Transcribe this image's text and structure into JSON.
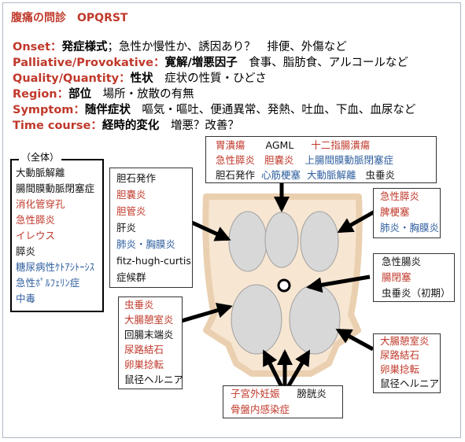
{
  "title": {
    "main": "腹痛の問診",
    "sub": "OPQRST"
  },
  "opqrst": [
    {
      "key": "Onset",
      "sep": "：",
      "term": "発症様式",
      "desc": "；急性か慢性か、誘因あり？　排便、外傷など"
    },
    {
      "key": "Palliative/Provokative",
      "sep": "：",
      "term": "寛解/増悪因子",
      "desc": "　食事、脂肪食、アルコールなど"
    },
    {
      "key": "Quality/Quantity",
      "sep": "：",
      "term": "性状",
      "desc": "　症状の性質・ひどさ"
    },
    {
      "key": "Region",
      "sep": "：",
      "term": "部位",
      "desc": "　場所・放散の有無"
    },
    {
      "key": "Symptom",
      "sep": "：",
      "term": "随伴症状",
      "desc": "　嘔気・嘔吐、便通異常、発熱、吐血、下血、血尿など"
    },
    {
      "key": "Time course",
      "sep": "：",
      "term": "経時的変化",
      "desc": "　増悪？改善？"
    }
  ],
  "whole": {
    "label": "（全体）",
    "items": [
      {
        "text": "大動脈解離",
        "color": "#111111"
      },
      {
        "text": "腸間膜動脈閉塞症",
        "color": "#111111"
      },
      {
        "text": "消化管穿孔",
        "color": "#c0392b"
      },
      {
        "text": "急性膵炎",
        "color": "#c0392b"
      },
      {
        "text": "イレウス",
        "color": "#c0392b"
      },
      {
        "text": "膵炎",
        "color": "#111111"
      },
      {
        "text": "糖尿病性ｹﾄｱｼﾄｰｼｽ",
        "color": "#2e5e9e"
      },
      {
        "text": "急性ﾎﾟﾙﾌｪﾘﾝ症",
        "color": "#2e5e9e"
      },
      {
        "text": "中毒",
        "color": "#2e5e9e"
      }
    ]
  },
  "top": {
    "row1": [
      {
        "text": "胃潰瘍",
        "color": "#c0392b"
      },
      {
        "text": "AGML",
        "color": "#111111"
      },
      {
        "text": "十二指腸潰瘍",
        "color": "#c0392b"
      }
    ],
    "row2": [
      {
        "text": "急性膵炎",
        "color": "#c0392b"
      },
      {
        "text": "胆嚢炎",
        "color": "#c0392b"
      },
      {
        "text": "上腸間膜動脈閉塞症",
        "color": "#2e5e9e"
      }
    ],
    "row3": [
      {
        "text": "胆石発作",
        "color": "#111111"
      },
      {
        "text": "心筋梗塞",
        "color": "#2e5e9e"
      },
      {
        "text": "大動脈解離",
        "color": "#2e5e9e"
      },
      {
        "text": "虫垂炎",
        "color": "#111111"
      }
    ]
  },
  "ruq": {
    "items": [
      {
        "text": "胆石発作",
        "color": "#111111"
      },
      {
        "text": "胆嚢炎",
        "color": "#c0392b"
      },
      {
        "text": "胆管炎",
        "color": "#c0392b"
      },
      {
        "text": "肝炎",
        "color": "#111111"
      },
      {
        "text": "肺炎・胸膜炎",
        "color": "#2e5e9e"
      },
      {
        "text": "fitz-hugh-curtis",
        "color": "#111111"
      },
      {
        "text": "症候群",
        "color": "#111111"
      }
    ]
  },
  "luq": {
    "items": [
      {
        "text": "急性膵炎",
        "color": "#c0392b"
      },
      {
        "text": "脾梗塞",
        "color": "#c0392b"
      },
      {
        "text": "肺炎・胸膜炎",
        "color": "#2e5e9e"
      }
    ]
  },
  "mid": {
    "items": [
      {
        "text": "急性腸炎",
        "color": "#111111"
      },
      {
        "text": "腸閉塞",
        "color": "#c0392b"
      },
      {
        "text": "虫垂炎（初期）",
        "color": "#111111"
      }
    ]
  },
  "rlq": {
    "items": [
      {
        "text": "虫垂炎",
        "color": "#c0392b"
      },
      {
        "text": "大腸憩室炎",
        "color": "#c0392b"
      },
      {
        "text": "回腸末端炎",
        "color": "#111111"
      },
      {
        "text": "尿路結石",
        "color": "#c0392b"
      },
      {
        "text": "卵巣捻転",
        "color": "#c0392b"
      },
      {
        "text": "鼠径ヘルニア",
        "color": "#111111"
      }
    ]
  },
  "llq": {
    "items": [
      {
        "text": "大腸憩室炎",
        "color": "#c0392b"
      },
      {
        "text": "尿路結石",
        "color": "#c0392b"
      },
      {
        "text": "卵巣捻転",
        "color": "#c0392b"
      },
      {
        "text": "鼠径ヘルニア",
        "color": "#111111"
      }
    ]
  },
  "bottom": {
    "row1": [
      {
        "text": "子宮外妊娠",
        "color": "#c0392b"
      },
      {
        "text": "膀胱炎",
        "color": "#111111"
      }
    ],
    "row2": [
      {
        "text": "骨盤内感染症",
        "color": "#c0392b"
      }
    ]
  },
  "colors": {
    "red": "#c0392b",
    "blue": "#2e5e9e",
    "oval": "#d8d8d8",
    "body": "#f5dcc0"
  }
}
